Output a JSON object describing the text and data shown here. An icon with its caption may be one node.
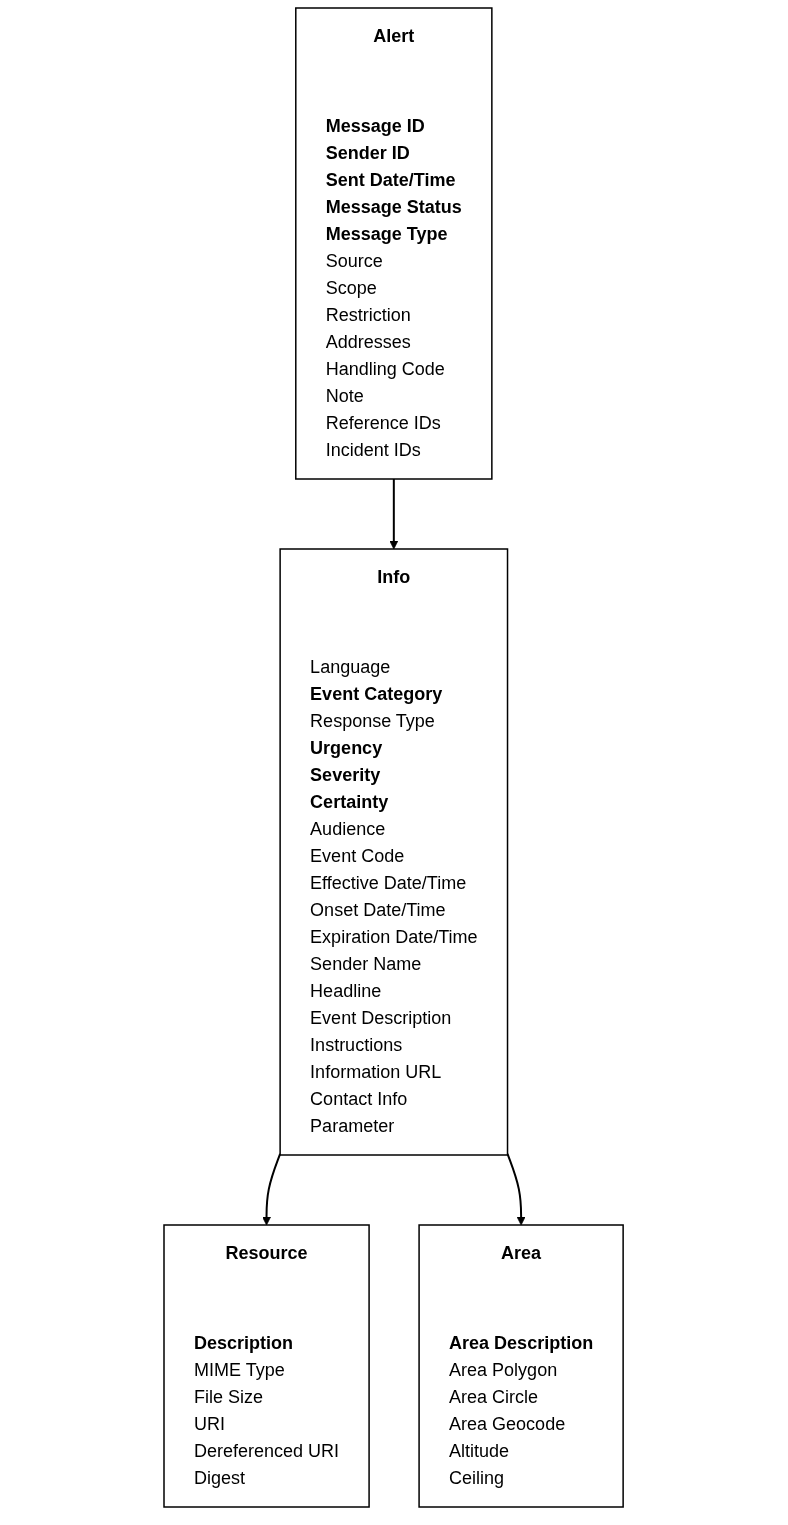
{
  "diagram": {
    "nodes": [
      {
        "text": [
          "Alert",
          "**Message ID**",
          "**Sender ID**",
          "**Sent Date/Time**",
          "**Message Status**",
          "**Message Type**",
          "Source",
          "Scope",
          "Restriction",
          "Addresses",
          "Handling Code",
          "Note",
          "Reference IDs",
          "Incident IDs"
        ]
      },
      {
        "text": [
          "Info",
          "Language",
          "**Event Category**",
          "Response Type",
          "**Urgency**",
          "**Severity**",
          "**Certainty**",
          "Audience",
          "Event Code",
          "Effective Date/Time",
          "Onset Date/Time",
          "Expiration Date/Time",
          "Sender Name",
          "Headline",
          "Event Description",
          "Instructions",
          "Information URL",
          "Contact Info",
          "Parameter"
        ]
      },
      {
        "text": [
          "Resource",
          "**Description**",
          "MIME Type",
          "File Size",
          "URI",
          "Dereferenced URI",
          "Digest"
        ]
      },
      {
        "text": [
          "Area",
          "**Area Description**",
          "Area Polygon",
          "Area Circle",
          "Area Geocode",
          "Altitude",
          "Ceiling"
        ]
      }
    ],
    "edges": [
      {
        "from": 0,
        "to": 1,
        "arrow": "to"
      },
      {
        "from": 1,
        "to": 2,
        "arrow": "to"
      },
      {
        "from": 1,
        "to": 3,
        "arrow": "to"
      }
    ]
  }
}
